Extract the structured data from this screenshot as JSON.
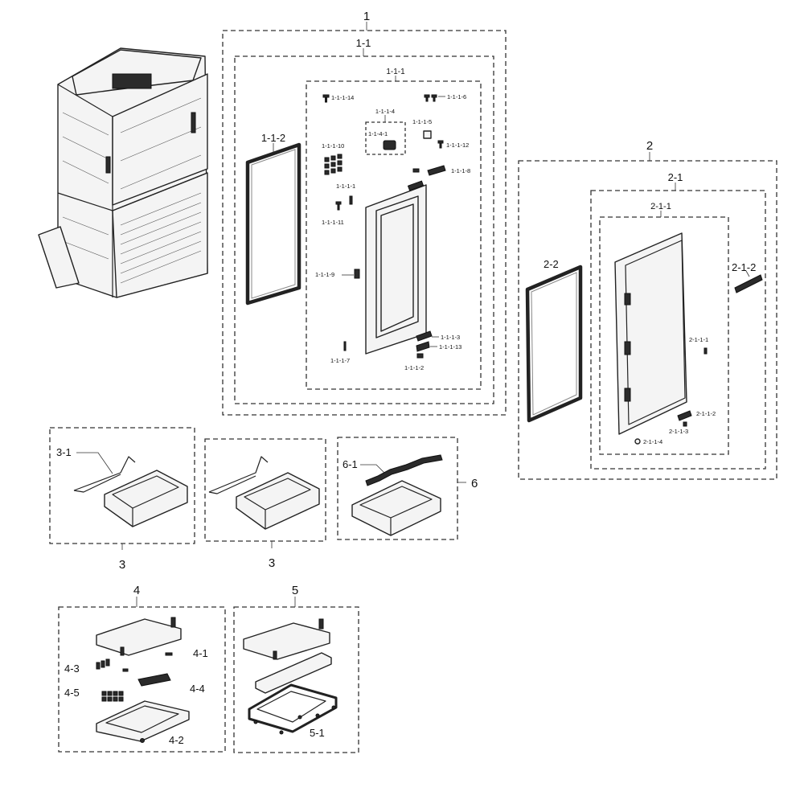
{
  "groups": {
    "g1": "1",
    "g1_1": "1-1",
    "g1_1_1": "1-1-1",
    "g1_1_2": "1-1-2",
    "g1_1_1_4": "1-1-1-4",
    "g2": "2",
    "g2_1": "2-1",
    "g2_1_1": "2-1-1",
    "g2_2": "2-2",
    "g2_1_2": "2-1-2",
    "g3a": "3",
    "g3b": "3",
    "g3_1": "3-1",
    "g6": "6",
    "g6_1": "6-1",
    "g4": "4",
    "g4_1": "4-1",
    "g4_2": "4-2",
    "g4_3": "4-3",
    "g4_4": "4-4",
    "g4_5": "4-5",
    "g5": "5",
    "g5_1": "5-1"
  },
  "parts_1_1_1": {
    "p14": "1-1-1-14",
    "p6": "1-1-1-6",
    "p5": "1-1-1-5",
    "p4_1": "1-1-4-1",
    "p12": "1-1-1-12",
    "p10": "1-1-1-10",
    "p8": "1-1-1-8",
    "p1": "1-1-1-1",
    "p11": "1-1-1-11",
    "p9": "1-1-1-9",
    "p3": "1-1-1-3",
    "p13": "1-1-1-13",
    "p7": "1-1-1-7",
    "p2": "1-1-1-2"
  },
  "parts_2_1_1": {
    "p1": "2-1-1-1",
    "p2": "2-1-1-2",
    "p3": "2-1-1-3",
    "p4": "2-1-1-4"
  }
}
